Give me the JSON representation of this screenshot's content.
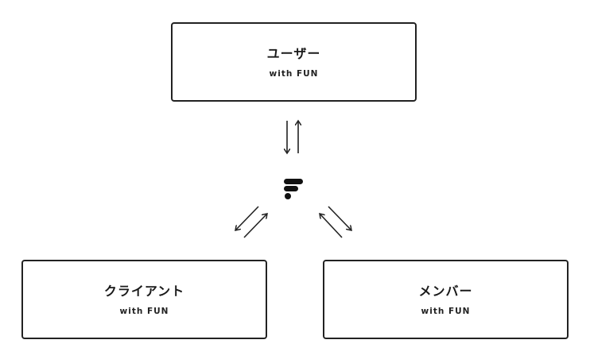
{
  "diagram": {
    "center_logo": "fun-logo-icon",
    "nodes": [
      {
        "id": "user",
        "title": "ユーザー",
        "subtitle": "with FUN"
      },
      {
        "id": "client",
        "title": "クライアント",
        "subtitle": "with FUN"
      },
      {
        "id": "member",
        "title": "メンバー",
        "subtitle": "with FUN"
      }
    ],
    "edges": [
      {
        "from": "logo",
        "to": "user",
        "type": "bidirectional"
      },
      {
        "from": "logo",
        "to": "client",
        "type": "bidirectional"
      },
      {
        "from": "logo",
        "to": "member",
        "type": "bidirectional"
      }
    ],
    "colors": {
      "stroke": "#222222",
      "background": "#ffffff"
    }
  }
}
